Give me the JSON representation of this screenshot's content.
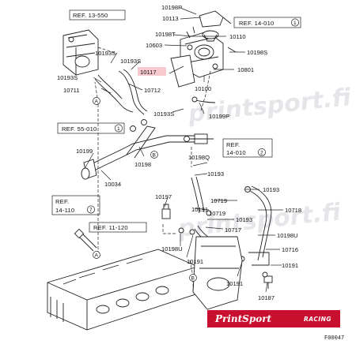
{
  "watermark": "printsport.fi",
  "watermark_bottom": "printsport.fi",
  "figure_id": "F00047",
  "brand": {
    "name": "PrintSport",
    "tag": "RACING",
    "color": "#c8102e"
  },
  "highlight_color": "#f7c9cf",
  "refs": [
    {
      "text": "REF. 13-550",
      "num": ""
    },
    {
      "text": "REF. 14-010",
      "num": "1"
    },
    {
      "text": "REF. 55-010",
      "num": "1"
    },
    {
      "text": "REF.",
      "num": ""
    },
    {
      "text": "14-010",
      "num": "2"
    },
    {
      "text": "REF.",
      "num": ""
    },
    {
      "text": "14-110",
      "num": "7"
    },
    {
      "text": "REF. 11-120",
      "num": ""
    }
  ],
  "labels": [
    "10198P",
    "10113",
    "10198T",
    "10110",
    "10603",
    "10198S",
    "10801",
    "10193S",
    "10193S",
    "10193S",
    "10117",
    "10712",
    "10711",
    "10100",
    "10193S",
    "10199P",
    "10198",
    "10199",
    "10034",
    "10198Q",
    "10193",
    "10719",
    "10193",
    "10197",
    "10191",
    "10718",
    "10193",
    "10717",
    "10198U",
    "10719",
    "10198U",
    "10716",
    "10191",
    "10191",
    "10191",
    "10187"
  ],
  "callouts": [
    "A",
    "A",
    "B",
    "B"
  ]
}
